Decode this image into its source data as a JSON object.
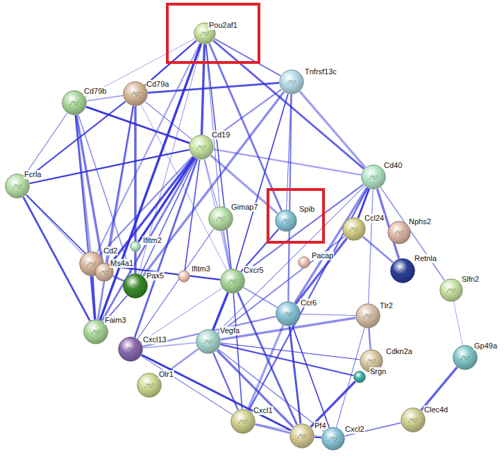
{
  "diagram": {
    "nodes": [
      {
        "text": [
          "Pou2af1"
        ]
      },
      {
        "text": [
          "Tnfrsf13c"
        ]
      },
      {
        "text": [
          "Cd79b"
        ]
      },
      {
        "text": [
          "Cd79a"
        ]
      },
      {
        "text": [
          "Cd19"
        ]
      },
      {
        "text": [
          "Fcrla"
        ]
      },
      {
        "text": [
          "Cd40"
        ]
      },
      {
        "text": [
          "Gimap7"
        ]
      },
      {
        "text": [
          "Spib"
        ]
      },
      {
        "text": [
          "Ccl24"
        ]
      },
      {
        "text": [
          "Nphs2"
        ]
      },
      {
        "text": [
          "Retnla"
        ]
      },
      {
        "text": [
          "Slfn2"
        ]
      },
      {
        "text": [
          "Ifitm2"
        ]
      },
      {
        "text": [
          "Cd2"
        ]
      },
      {
        "text": [
          "Ms4a1"
        ]
      },
      {
        "text": [
          "Ifitm3"
        ]
      },
      {
        "text": [
          "Pax5"
        ]
      },
      {
        "text": [
          "Cxcr5"
        ]
      },
      {
        "text": [
          "Pacap"
        ]
      },
      {
        "text": [
          "Ccr6"
        ]
      },
      {
        "text": [
          "Tlr2"
        ]
      },
      {
        "text": [
          "Faim3"
        ]
      },
      {
        "text": [
          "Cxcl13"
        ]
      },
      {
        "text": [
          "Vegfa"
        ]
      },
      {
        "text": [
          "Cdkn2a"
        ]
      },
      {
        "text": [
          "Srgn"
        ]
      },
      {
        "text": [
          "Gp49a"
        ]
      },
      {
        "text": [
          "Olr1"
        ]
      },
      {
        "text": [
          "Clec4d"
        ]
      },
      {
        "text": [
          "Cxcl1"
        ]
      },
      {
        "text": [
          "Pf4"
        ]
      },
      {
        "text": [
          "Cxcl2"
        ]
      }
    ],
    "edges": [
      {
        "from": 0,
        "to": 2,
        "arrow": "none"
      },
      {
        "from": 0,
        "to": 3,
        "arrow": "none"
      },
      {
        "from": 0,
        "to": 4,
        "arrow": "none"
      },
      {
        "from": 0,
        "to": 1,
        "arrow": "none"
      },
      {
        "from": 0,
        "to": 8,
        "arrow": "none"
      },
      {
        "from": 0,
        "to": 17,
        "arrow": "none"
      },
      {
        "from": 0,
        "to": 14,
        "arrow": "none"
      },
      {
        "from": 0,
        "to": 22,
        "arrow": "none"
      },
      {
        "from": 0,
        "to": 18,
        "arrow": "none"
      },
      {
        "from": 0,
        "to": 6,
        "arrow": "none"
      },
      {
        "from": 0,
        "to": 7,
        "arrow": "none"
      },
      {
        "from": 1,
        "to": 4,
        "arrow": "none"
      },
      {
        "from": 1,
        "to": 6,
        "arrow": "none"
      },
      {
        "from": 1,
        "to": 18,
        "arrow": "none"
      },
      {
        "from": 1,
        "to": 3,
        "arrow": "none"
      },
      {
        "from": 1,
        "to": 8,
        "arrow": "none"
      },
      {
        "from": 1,
        "to": 20,
        "arrow": "none"
      },
      {
        "from": 1,
        "to": 17,
        "arrow": "none"
      },
      {
        "from": 2,
        "to": 3,
        "arrow": "none"
      },
      {
        "from": 2,
        "to": 4,
        "arrow": "none"
      },
      {
        "from": 2,
        "to": 5,
        "arrow": "none"
      },
      {
        "from": 2,
        "to": 22,
        "arrow": "none"
      },
      {
        "from": 2,
        "to": 15,
        "arrow": "none"
      },
      {
        "from": 2,
        "to": 17,
        "arrow": "none"
      },
      {
        "from": 2,
        "to": 14,
        "arrow": "none"
      },
      {
        "from": 3,
        "to": 4,
        "arrow": "none"
      },
      {
        "from": 3,
        "to": 5,
        "arrow": "none"
      },
      {
        "from": 3,
        "to": 17,
        "arrow": "none"
      },
      {
        "from": 3,
        "to": 15,
        "arrow": "none"
      },
      {
        "from": 3,
        "to": 22,
        "arrow": "none"
      },
      {
        "from": 3,
        "to": 18,
        "arrow": "none"
      },
      {
        "from": 4,
        "to": 5,
        "arrow": "none"
      },
      {
        "from": 4,
        "to": 15,
        "arrow": "none"
      },
      {
        "from": 4,
        "to": 17,
        "arrow": "none"
      },
      {
        "from": 4,
        "to": 22,
        "arrow": "none"
      },
      {
        "from": 4,
        "to": 18,
        "arrow": "none"
      },
      {
        "from": 4,
        "to": 6,
        "arrow": "none"
      },
      {
        "from": 4,
        "to": 13,
        "arrow": "none"
      },
      {
        "from": 4,
        "to": 16,
        "arrow": "none"
      },
      {
        "from": 4,
        "to": 23,
        "arrow": "none"
      },
      {
        "from": 4,
        "to": 7,
        "arrow": "none"
      },
      {
        "from": 4,
        "to": 14,
        "arrow": "none"
      },
      {
        "from": 4,
        "to": 8,
        "arrow": "none"
      },
      {
        "from": 5,
        "to": 15,
        "arrow": "none"
      },
      {
        "from": 5,
        "to": 22,
        "arrow": "none"
      },
      {
        "from": 5,
        "to": 14,
        "arrow": "none"
      },
      {
        "from": 6,
        "to": 18,
        "arrow": "none"
      },
      {
        "from": 6,
        "to": 20,
        "arrow": "none"
      },
      {
        "from": 6,
        "to": 21,
        "arrow": "none"
      },
      {
        "from": 6,
        "to": 9,
        "arrow": "none"
      },
      {
        "from": 6,
        "to": 24,
        "arrow": "none"
      },
      {
        "from": 6,
        "to": 30,
        "arrow": "none"
      },
      {
        "from": 6,
        "to": 11,
        "arrow": "none"
      },
      {
        "from": 6,
        "to": 12,
        "arrow": "none"
      },
      {
        "from": 7,
        "to": 18,
        "arrow": "none"
      },
      {
        "from": 7,
        "to": 23,
        "arrow": "none"
      },
      {
        "from": 8,
        "to": 18,
        "arrow": "none"
      },
      {
        "from": 9,
        "to": 20,
        "arrow": "none"
      },
      {
        "from": 9,
        "to": 24,
        "arrow": "none"
      },
      {
        "from": 9,
        "to": 11,
        "arrow": "none"
      },
      {
        "from": 12,
        "to": 27,
        "arrow": "none"
      },
      {
        "from": 14,
        "to": 18,
        "arrow": "none"
      },
      {
        "from": 14,
        "to": 22,
        "arrow": "none"
      },
      {
        "from": 17,
        "to": 22,
        "arrow": "none"
      },
      {
        "from": 17,
        "to": 15,
        "arrow": "none"
      },
      {
        "from": 18,
        "to": 23,
        "arrow": "none"
      },
      {
        "from": 18,
        "to": 20,
        "arrow": "none"
      },
      {
        "from": 18,
        "to": 24,
        "arrow": "none"
      },
      {
        "from": 18,
        "to": 30,
        "arrow": "none"
      },
      {
        "from": 18,
        "to": 31,
        "arrow": "none"
      },
      {
        "from": 20,
        "to": 21,
        "arrow": "none"
      },
      {
        "from": 20,
        "to": 23,
        "arrow": "none"
      },
      {
        "from": 20,
        "to": 30,
        "arrow": "none"
      },
      {
        "from": 20,
        "to": 32,
        "arrow": "none"
      },
      {
        "from": 20,
        "to": 31,
        "arrow": "none"
      },
      {
        "from": 21,
        "to": 32,
        "arrow": "none"
      },
      {
        "from": 21,
        "to": 25,
        "arrow": "none"
      },
      {
        "from": 21,
        "to": 24,
        "arrow": "none"
      },
      {
        "from": 23,
        "to": 24,
        "arrow": "none"
      },
      {
        "from": 23,
        "to": 31,
        "arrow": "none"
      },
      {
        "from": 23,
        "to": 30,
        "arrow": "none"
      },
      {
        "from": 24,
        "to": 30,
        "arrow": "none"
      },
      {
        "from": 24,
        "to": 31,
        "arrow": "none"
      },
      {
        "from": 24,
        "to": 32,
        "arrow": "none"
      },
      {
        "from": 24,
        "to": 28,
        "arrow": "none"
      },
      {
        "from": 24,
        "to": 25,
        "arrow": "none"
      },
      {
        "from": 24,
        "to": 26,
        "arrow": "none"
      },
      {
        "from": 27,
        "to": 29,
        "arrow": "none"
      },
      {
        "from": 29,
        "to": 32,
        "arrow": "none"
      },
      {
        "from": 30,
        "to": 31,
        "arrow": "none"
      },
      {
        "from": 30,
        "to": 32,
        "arrow": "none"
      },
      {
        "from": 31,
        "to": 32,
        "arrow": "none"
      },
      {
        "from": 31,
        "to": 26,
        "arrow": "none"
      }
    ]
  }
}
